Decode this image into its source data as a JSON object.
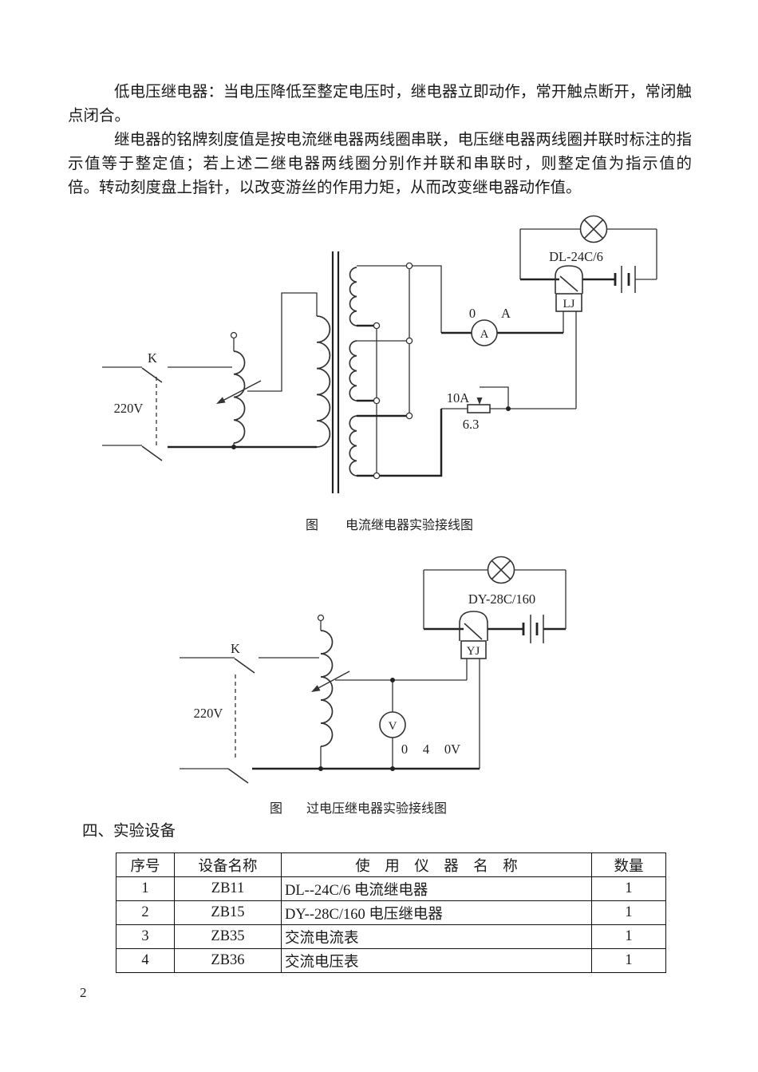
{
  "page": {
    "page_number": "2",
    "paragraphs": [
      "低电压继电器：当电压降低至整定电压时，继电器立即动作，常开触点断开，常闭触点闭合。",
      "继电器的铭牌刻度值是按电流继电器两线圈串联，电压继电器两线圈并联时标注的指示值等于整定值；若上述二继电器两线圈分别作并联和串联时，则整定值为指示值的　　倍。转动刻度盘上指针，以改变游丝的作用力矩，从而改变继电器动作值。"
    ]
  },
  "figure1": {
    "caption_fig": "图",
    "caption_text": "电流继电器实验接线图",
    "relay_model": "DL-24C/6",
    "relay_label": "LJ",
    "switch_label": "K",
    "source_voltage": "220V",
    "ammeter_letter": "A",
    "range_zero": "0",
    "range_unit": "A",
    "rheostat_rating": "10A",
    "rheostat_value": "6.3"
  },
  "figure2": {
    "caption_fig": "图",
    "caption_text": "过电压继电器实验接线图",
    "relay_model": "DY-28C/160",
    "relay_label": "YJ",
    "switch_label": "K",
    "source_voltage": "220V",
    "voltmeter_letter": "V",
    "range_parts": [
      "0",
      "4",
      "0V"
    ]
  },
  "section_heading": "四、实验设备",
  "equipment_table": {
    "headers": [
      "序号",
      "设备名称",
      "使　用　仪　器　名　称",
      "数量"
    ],
    "rows": [
      [
        "1",
        "ZB11",
        "DL--24C/6 电流继电器",
        "1"
      ],
      [
        "2",
        "ZB15",
        "DY--28C/160 电压继电器",
        "1"
      ],
      [
        "3",
        "ZB35",
        "交流电流表",
        "1"
      ],
      [
        "4",
        "ZB36",
        "交流电压表",
        "1"
      ]
    ]
  }
}
